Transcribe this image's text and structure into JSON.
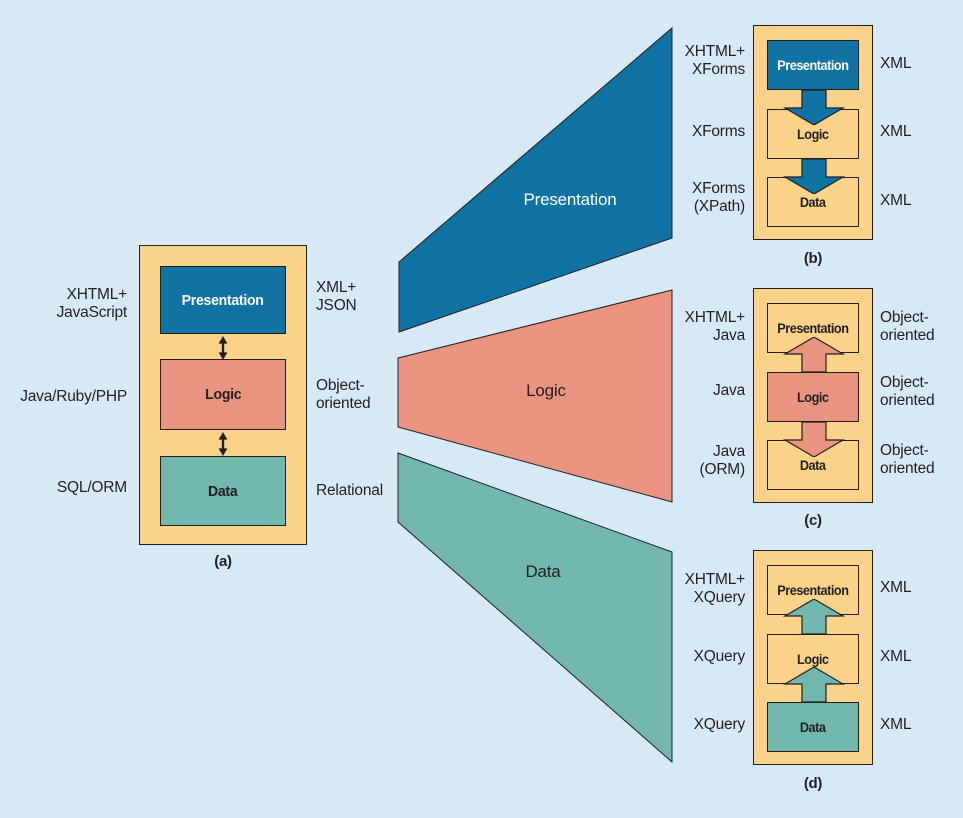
{
  "colors": {
    "bg": "#d8e9f6",
    "tan": "#fad289",
    "blue": "#1172a4",
    "salmon": "#e99480",
    "teal": "#71b7ae",
    "ink": "#231f20",
    "light": "#ffffff"
  },
  "wedges": [
    {
      "label": "Presentation"
    },
    {
      "label": "Logic"
    },
    {
      "label": "Data"
    }
  ],
  "panels": {
    "a": {
      "caption": "(a)",
      "rows": [
        {
          "left": "XHTML+\nJavaScript",
          "box": "Presentation",
          "right": "XML+\nJSON"
        },
        {
          "left": "Java/Ruby/PHP",
          "box": "Logic",
          "right": "Object-\noriented"
        },
        {
          "left": "SQL/ORM",
          "box": "Data",
          "right": "Relational"
        }
      ]
    },
    "b": {
      "caption": "(b)",
      "rows": [
        {
          "left": "XHTML+\nXForms",
          "box": "Presentation",
          "right": "XML"
        },
        {
          "left": "XForms",
          "box": "Logic",
          "right": "XML"
        },
        {
          "left": "XForms\n(XPath)",
          "box": "Data",
          "right": "XML"
        }
      ]
    },
    "c": {
      "caption": "(c)",
      "rows": [
        {
          "left": "XHTML+\nJava",
          "box": "Presentation",
          "right": "Object-\noriented"
        },
        {
          "left": "Java",
          "box": "Logic",
          "right": "Object-\noriented"
        },
        {
          "left": "Java\n(ORM)",
          "box": "Data",
          "right": "Object-\noriented"
        }
      ]
    },
    "d": {
      "caption": "(d)",
      "rows": [
        {
          "left": "XHTML+\nXQuery",
          "box": "Presentation",
          "right": "XML"
        },
        {
          "left": "XQuery",
          "box": "Logic",
          "right": "XML"
        },
        {
          "left": "XQuery",
          "box": "Data",
          "right": "XML"
        }
      ]
    }
  }
}
